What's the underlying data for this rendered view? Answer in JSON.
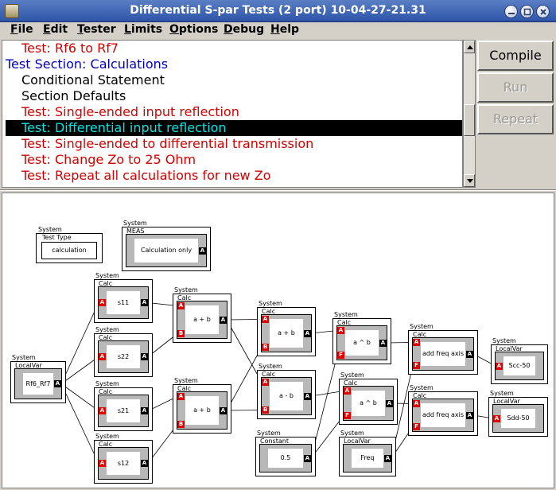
{
  "window": {
    "title": "Differential S-par Tests (2 port) 10-04-27-21.31",
    "controls": [
      "minimize",
      "maximize",
      "close"
    ]
  },
  "menubar": [
    "File",
    "Edit",
    "Tester",
    "Limits",
    "Options",
    "Debug",
    "Help"
  ],
  "test_list": [
    {
      "text": "Test: Rf6 to Rf7",
      "style": "red"
    },
    {
      "text": "Test Section: Calculations",
      "style": "blue"
    },
    {
      "text": "Conditional Statement",
      "style": "black"
    },
    {
      "text": "Section Defaults",
      "style": "black"
    },
    {
      "text": "Test: Single-ended input reflection",
      "style": "red"
    },
    {
      "text": "Test: Differential input reflection",
      "style": "selected"
    },
    {
      "text": "Test: Single-ended to differential transmission",
      "style": "red"
    },
    {
      "text": "Test: Change Zo to 25 Ohm",
      "style": "red"
    },
    {
      "text": "Test: Repeat all calculations for new Zo",
      "style": "red"
    }
  ],
  "buttons": {
    "compile": "Compile",
    "run": "Run",
    "repeat": "Repeat"
  },
  "diagram": {
    "test_type": {
      "tag": "System",
      "title": "Test Type",
      "value": "calculation"
    },
    "meas": {
      "tag": "System",
      "title": "MEAS",
      "value": "Calculation only",
      "port": "A"
    },
    "source": {
      "tag": "System",
      "title": "LocalVar",
      "value": "Rf6_Rf7",
      "port": "A"
    },
    "calcs": [
      {
        "id": "s11",
        "tag": "System",
        "title": "Calc",
        "value": "s11"
      },
      {
        "id": "s22",
        "tag": "System",
        "title": "Calc",
        "value": "s22"
      },
      {
        "id": "s21",
        "tag": "System",
        "title": "Calc",
        "value": "s21"
      },
      {
        "id": "s12",
        "tag": "System",
        "title": "Calc",
        "value": "s12"
      },
      {
        "id": "add1",
        "tag": "System",
        "title": "Calc",
        "value": "a + b"
      },
      {
        "id": "add2",
        "tag": "System",
        "title": "Calc",
        "value": "a + b"
      },
      {
        "id": "add3",
        "tag": "System",
        "title": "Calc",
        "value": "a + b"
      },
      {
        "id": "sub1",
        "tag": "System",
        "title": "Calc",
        "value": "a - b"
      },
      {
        "id": "pow1",
        "tag": "System",
        "title": "Calc",
        "value": "a ^ b"
      },
      {
        "id": "pow2",
        "tag": "System",
        "title": "Calc",
        "value": "a ^ b"
      },
      {
        "id": "freq1",
        "tag": "System",
        "title": "Calc",
        "value": "add freq axis"
      },
      {
        "id": "freq2",
        "tag": "System",
        "title": "Calc",
        "value": "add freq axis"
      }
    ],
    "constant": {
      "tag": "System",
      "title": "Constant",
      "value": "0.5"
    },
    "freq": {
      "tag": "System",
      "title": "LocalVar",
      "value": "Freq"
    },
    "scc": {
      "tag": "System",
      "title": "LocalVar",
      "value": "Scc-50"
    },
    "sdd": {
      "tag": "System",
      "title": "LocalVar",
      "value": "Sdd-50"
    },
    "port_labels": {
      "a": "A",
      "b": "B",
      "f": "F"
    }
  }
}
